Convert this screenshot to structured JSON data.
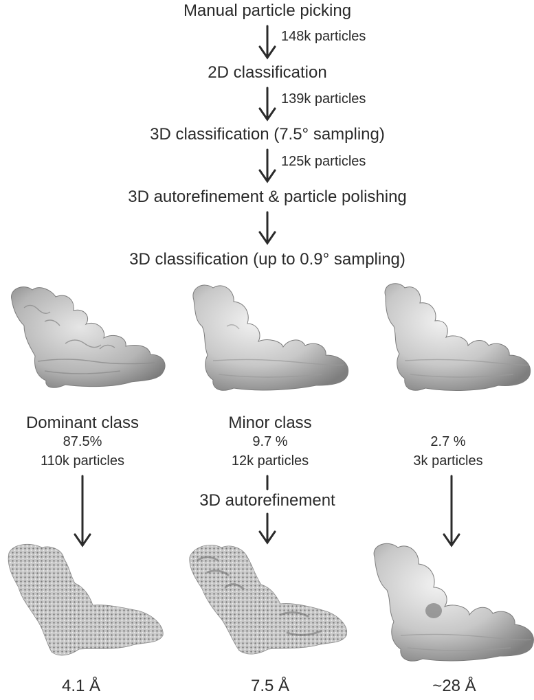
{
  "steps": [
    "Manual particle picking",
    "2D classification",
    "3D classification (7.5° sampling)",
    "3D autorefinement & particle polishing",
    "3D classification (up to 0.9° sampling)"
  ],
  "counts": [
    "148k particles",
    "139k particles",
    "125k particles"
  ],
  "classes": [
    {
      "name": "Dominant class",
      "percent": "87.5%",
      "particles": "110k particles",
      "resolution": "4.1 Å"
    },
    {
      "name": "Minor class",
      "percent": "9.7 %",
      "particles": "12k particles",
      "resolution": "7.5 Å"
    },
    {
      "name": "",
      "percent": "2.7 %",
      "particles": "3k particles",
      "resolution": "~28 Å"
    }
  ],
  "refinement_label": "3D autorefinement",
  "colors": {
    "text": "#2a2a2a",
    "arrow": "#2a2a2a",
    "map_light": "#e4e4e4",
    "map_dark": "#8a8a8a"
  }
}
